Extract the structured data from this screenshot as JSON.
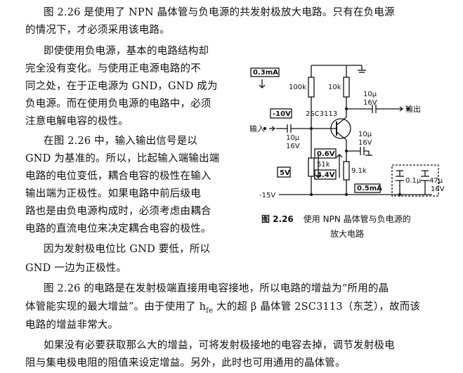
{
  "text": {
    "p1_l1": "图 2.26 是使用了 NPN 晶体管与负电源的共发射极放大电路。只有在负电源",
    "p1_l2": "的情况下，才必须采用该电路。",
    "p2_l1": "即使使用负电源，基本的电路结构却",
    "p2_l2": "完全没有变化。与使用正电源电路的不",
    "p2_l3": "同之处，在于正电源为 GND，GND 成为",
    "p2_l4": "负电源。而在使用负电源的电路中，必须",
    "p2_l5": "注意电解电容的极性。",
    "p3_l1": "在图 2.26 中，输入输出信号是以",
    "p3_l2": "GND 为基准的。所以，比起输入端输出端",
    "p3_l3": "电路的电位变低，耦合电容的极性在输入",
    "p3_l4": "输出端为正极性。如果电路中前后级电",
    "p3_l5": "路也是由负电源构成时，必须考虑由耦合",
    "p3_l6": "电路的直流电位来决定耦合电容的极性。",
    "p4_l1": "因为发射极电位比 GND 要低，所以",
    "p4_l2": "GND 一边为正极性。",
    "p5_l1": "图 2.26 的电路是在发射极端直接用电容接地，所以电路的增益为“所用的晶",
    "p5_l2": "体管能实现的最大增益”。由于使用了 h",
    "p5_sub": "fe",
    "p5_l2b": " 大的超 β 晶体管 2SC3113（东芝），故而该",
    "p5_l3": "电路的增益非常大。",
    "p6_l1": "如果没有必要获取那么大的增益，可将发射极接地的电容去掉，调节发射极电",
    "p6_l2": "阻与集电极电阻的阻值来设定增益。另外，此时也可用通用的晶体管。"
  },
  "figure": {
    "caption_number": "图 2.26",
    "caption_l1": "使用 NPN 晶体管与负电源的",
    "caption_l2": "放大电路",
    "labels": {
      "current_top": "0.3mA",
      "r1": "100k",
      "r2": "10k",
      "cap_out_value": "10μ",
      "cap_out_voltage": "16V",
      "output": "输出",
      "vbase": "-10V",
      "transistor": "2SC3113",
      "input": "输入",
      "cap_in_value": "10μ",
      "cap_in_voltage": "16V",
      "cap_e_value": "10μ",
      "cap_e_voltage": "16V",
      "vbe": "0.6V",
      "r3": "51k",
      "v_r3": "5V",
      "ve": "4.4V",
      "r4": "9.1k",
      "cap_dec1": "0.1μ",
      "cap_dec2_value": "47μ",
      "cap_dec2_voltage": "16V",
      "supply": "-15V",
      "current_bottom": "0.5mA"
    }
  }
}
